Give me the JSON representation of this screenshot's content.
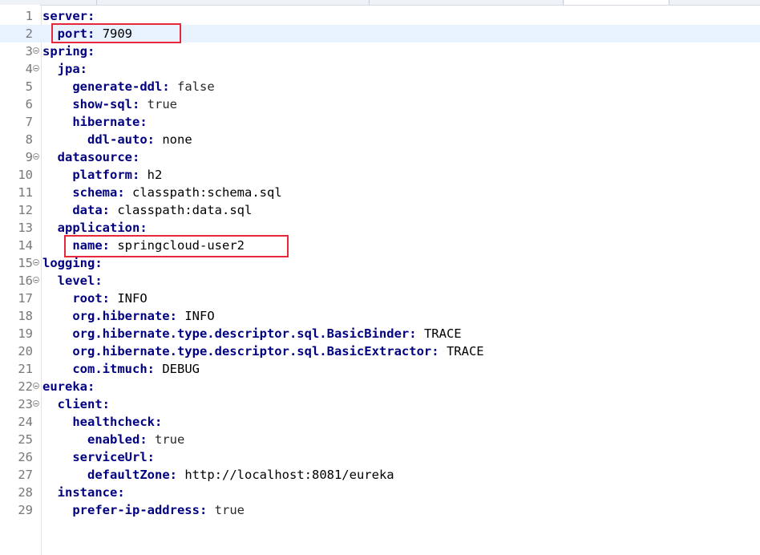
{
  "editor": {
    "lines": [
      {
        "num": "1",
        "indent": "",
        "key": "server",
        "value": "",
        "fold": false
      },
      {
        "num": "2",
        "indent": "  ",
        "key": "port",
        "value": "7909",
        "fold": false,
        "current": true
      },
      {
        "num": "3",
        "indent": "",
        "key": "spring",
        "value": "",
        "fold": true
      },
      {
        "num": "4",
        "indent": "  ",
        "key": "jpa",
        "value": "",
        "fold": true
      },
      {
        "num": "5",
        "indent": "    ",
        "key": "generate-ddl",
        "value": "false",
        "fold": false
      },
      {
        "num": "6",
        "indent": "    ",
        "key": "show-sql",
        "value": "true",
        "fold": false
      },
      {
        "num": "7",
        "indent": "    ",
        "key": "hibernate",
        "value": "",
        "fold": false
      },
      {
        "num": "8",
        "indent": "      ",
        "key": "ddl-auto",
        "value": "none",
        "fold": false
      },
      {
        "num": "9",
        "indent": "  ",
        "key": "datasource",
        "value": "",
        "fold": true
      },
      {
        "num": "10",
        "indent": "    ",
        "key": "platform",
        "value": "h2",
        "fold": false
      },
      {
        "num": "11",
        "indent": "    ",
        "key": "schema",
        "value": "classpath:schema.sql",
        "fold": false
      },
      {
        "num": "12",
        "indent": "    ",
        "key": "data",
        "value": "classpath:data.sql",
        "fold": false
      },
      {
        "num": "13",
        "indent": "  ",
        "key": "application",
        "value": "",
        "fold": false
      },
      {
        "num": "14",
        "indent": "    ",
        "key": "name",
        "value": "springcloud-user2",
        "fold": false
      },
      {
        "num": "15",
        "indent": "",
        "key": "logging",
        "value": "",
        "fold": true
      },
      {
        "num": "16",
        "indent": "  ",
        "key": "level",
        "value": "",
        "fold": true
      },
      {
        "num": "17",
        "indent": "    ",
        "key": "root",
        "value": "INFO",
        "fold": false
      },
      {
        "num": "18",
        "indent": "    ",
        "key": "org.hibernate",
        "value": "INFO",
        "fold": false
      },
      {
        "num": "19",
        "indent": "    ",
        "key": "org.hibernate.type.descriptor.sql.BasicBinder",
        "value": "TRACE",
        "fold": false
      },
      {
        "num": "20",
        "indent": "    ",
        "key": "org.hibernate.type.descriptor.sql.BasicExtractor",
        "value": "TRACE",
        "fold": false
      },
      {
        "num": "21",
        "indent": "    ",
        "key": "com.itmuch",
        "value": "DEBUG",
        "fold": false
      },
      {
        "num": "22",
        "indent": "",
        "key": "eureka",
        "value": "",
        "fold": true
      },
      {
        "num": "23",
        "indent": "  ",
        "key": "client",
        "value": "",
        "fold": true
      },
      {
        "num": "24",
        "indent": "    ",
        "key": "healthcheck",
        "value": "",
        "fold": false
      },
      {
        "num": "25",
        "indent": "      ",
        "key": "enabled",
        "value": "true",
        "fold": false
      },
      {
        "num": "26",
        "indent": "    ",
        "key": "serviceUrl",
        "value": "",
        "fold": false
      },
      {
        "num": "27",
        "indent": "      ",
        "key": "defaultZone",
        "value": "http://localhost:8081/eureka",
        "fold": false
      },
      {
        "num": "28",
        "indent": "  ",
        "key": "instance",
        "value": "",
        "fold": false
      },
      {
        "num": "29",
        "indent": "    ",
        "key": "prefer-ip-address",
        "value": "true",
        "fold": false
      }
    ],
    "highlighted_lines": [
      "2",
      "14"
    ],
    "colors": {
      "key": "#000080",
      "value": "#000000",
      "line_number": "#787878",
      "current_line": "#e8f2fe",
      "highlight_box": "#e8283a"
    }
  }
}
